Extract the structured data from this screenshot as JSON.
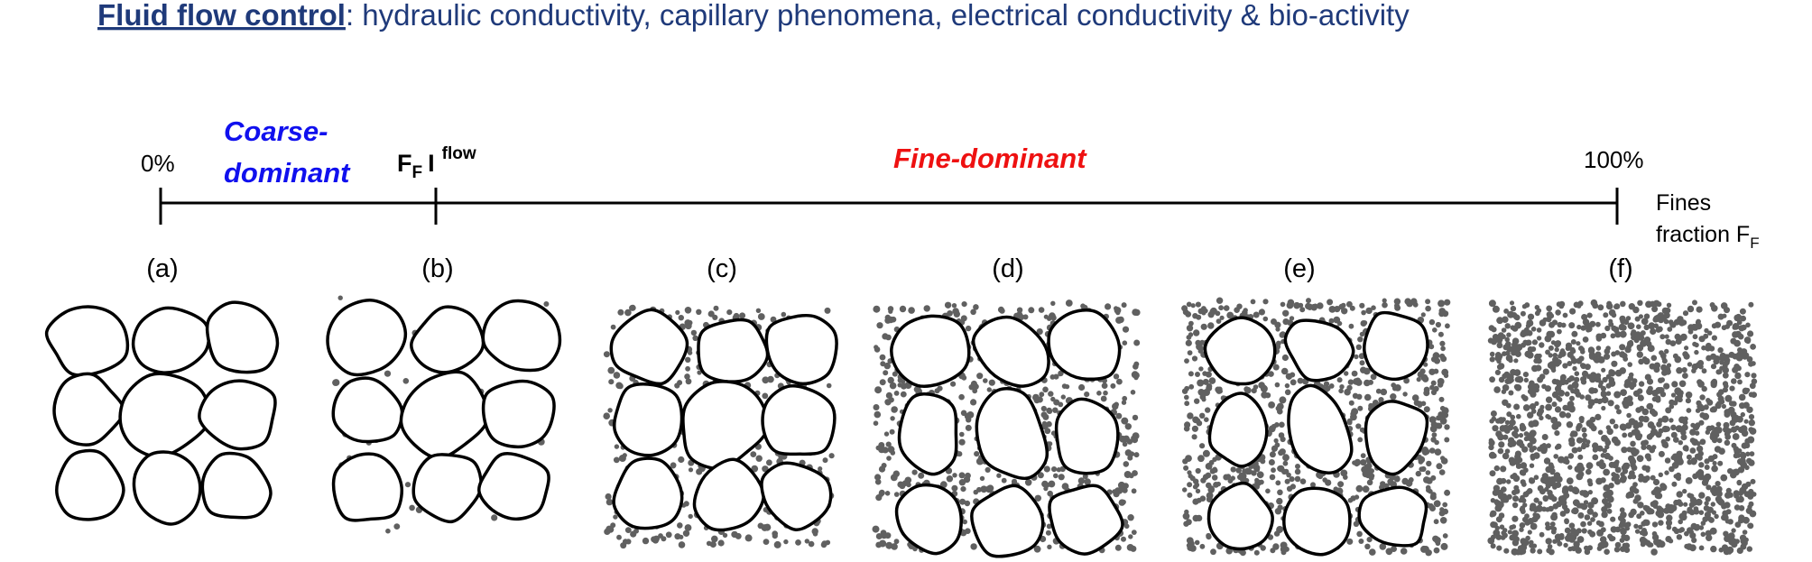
{
  "title": {
    "emphasis": "Fluid flow control",
    "rest": ": hydraulic conductivity, capillary phenomena,  electrical conductivity & bio-activity"
  },
  "axis": {
    "start_label": "0%",
    "end_label": "100%",
    "threshold_main": "F",
    "threshold_sub": "F",
    "threshold_bar": "I",
    "threshold_sup": "flow",
    "axis_label_line1": "Fines",
    "axis_label_line2_main": "fraction F",
    "axis_label_line2_sub": "F"
  },
  "regions": {
    "coarse_line1": "Coarse-",
    "coarse_line2": "dominant",
    "fine": "Fine-dominant"
  },
  "panels": [
    {
      "label": "(a)",
      "fines_level": 0
    },
    {
      "label": "(b)",
      "fines_level": 0.05
    },
    {
      "label": "(c)",
      "fines_level": 0.3
    },
    {
      "label": "(d)",
      "fines_level": 0.55
    },
    {
      "label": "(e)",
      "fines_level": 0.75
    },
    {
      "label": "(f)",
      "fines_level": 1
    }
  ],
  "colors": {
    "title": "#1f3a7a",
    "coarse": "#1010ee",
    "fine": "#ee1111",
    "line": "#000000",
    "fines_dots": "#606060"
  }
}
